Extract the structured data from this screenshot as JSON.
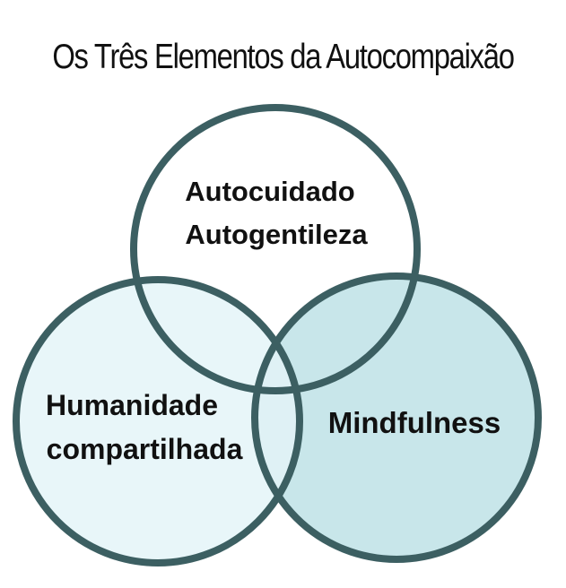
{
  "title": "Os Três Elementos da Autocompaixão",
  "circles": {
    "top": {
      "line1": "Autocuidado",
      "line2": "Autogentileza"
    },
    "left": {
      "line1": "Humanidade",
      "line2": "compartilhada"
    },
    "right": {
      "line1": "Mindfulness"
    }
  },
  "colors": {
    "stroke": "#3c5f62",
    "left_fill": "#e8f6f9",
    "right_fill": "#c8e6ea",
    "overlap_fill": "#dff1f5",
    "top_fill": "#ffffff",
    "text": "#111111"
  }
}
